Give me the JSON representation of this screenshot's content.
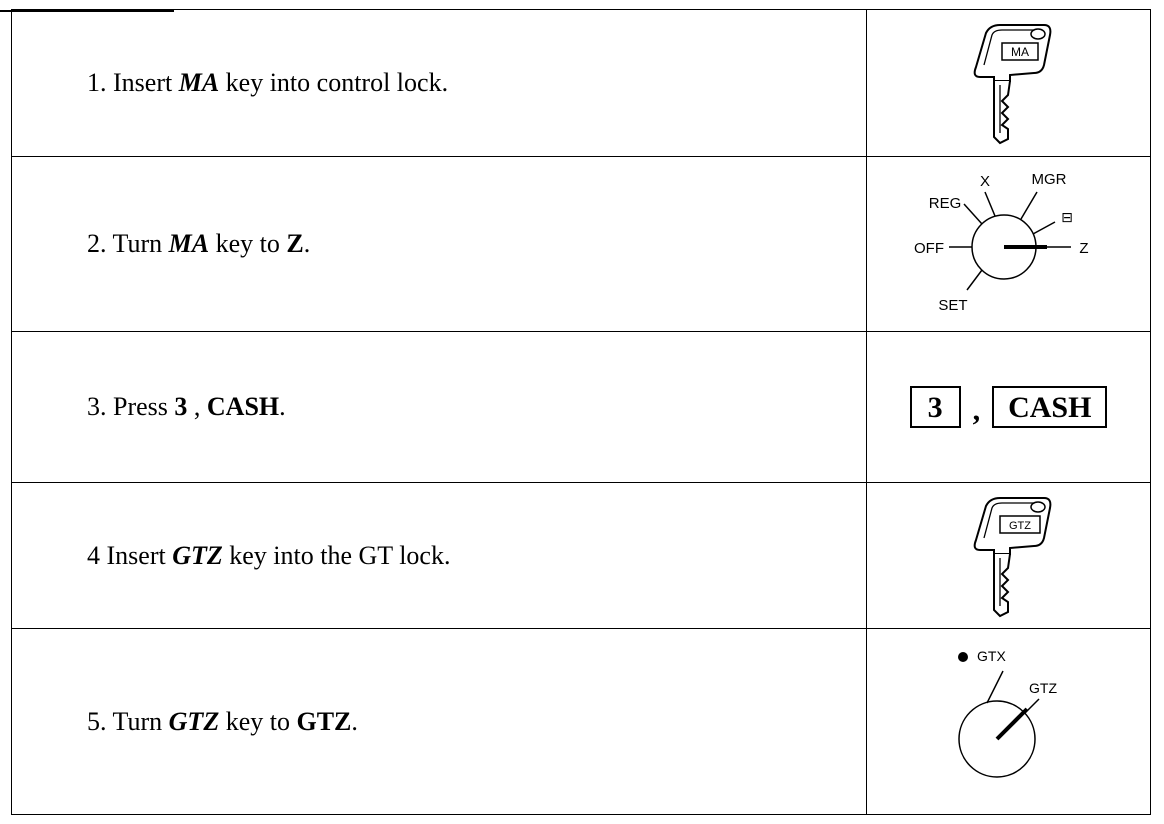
{
  "steps": [
    {
      "instruction": {
        "a": "1. Insert ",
        "b": "MA",
        "c": " key into control lock."
      },
      "illustration": {
        "type": "key",
        "key_label": "MA"
      }
    },
    {
      "instruction": {
        "a": "2. Turn ",
        "b": "MA",
        "c": " key to ",
        "d": "Z",
        "e": "."
      },
      "illustration": {
        "type": "mode-dial",
        "labels": {
          "x": "X",
          "mgr": "MGR",
          "reg": "REG",
          "minus": "⊟",
          "off": "OFF",
          "z": "Z",
          "set": "SET"
        }
      }
    },
    {
      "instruction": {
        "a": "3. Press ",
        "b": "3",
        "c": " , ",
        "d": "CASH",
        "e": "."
      },
      "illustration": {
        "type": "keys",
        "keys": [
          "3",
          "CASH"
        ],
        "separator": ","
      }
    },
    {
      "instruction": {
        "a": "4 Insert ",
        "b": "GTZ",
        "c": " key into the GT lock."
      },
      "illustration": {
        "type": "key",
        "key_label": "GTZ"
      }
    },
    {
      "instruction": {
        "a": "5. Turn ",
        "b": "GTZ",
        "c": " key to ",
        "d": "GTZ",
        "e": "."
      },
      "illustration": {
        "type": "gt-dial",
        "labels": {
          "gtx": "GTX",
          "gtz": "GTZ"
        }
      }
    }
  ]
}
